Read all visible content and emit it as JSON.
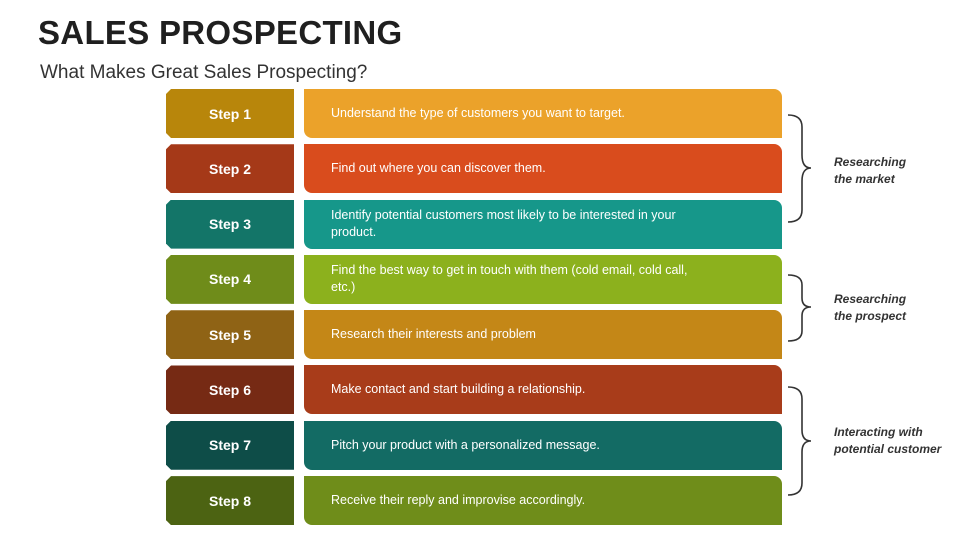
{
  "title": "SALES PROSPECTING",
  "subtitle": "What Makes Great Sales Prospecting?",
  "steps": [
    {
      "label": "Step 1",
      "text": "Understand the type of customers you want to target.",
      "tab_color": "#b8860b",
      "box_color": "#eba22a"
    },
    {
      "label": "Step 2",
      "text": "Find out where you can discover them.",
      "tab_color": "#a53918",
      "box_color": "#d94c1d"
    },
    {
      "label": "Step 3",
      "text": "Identify potential customers most likely to be interested in your product.",
      "tab_color": "#137568",
      "box_color": "#16978a"
    },
    {
      "label": "Step 4",
      "text": "Find the best way to get in touch with them (cold email, cold call, etc.)",
      "tab_color": "#6f8c1a",
      "box_color": "#8cb11d"
    },
    {
      "label": "Step 5",
      "text": "Research their interests and problem",
      "tab_color": "#8f6315",
      "box_color": "#c48717"
    },
    {
      "label": "Step 6",
      "text": "Make contact and start building a relationship.",
      "tab_color": "#762a14",
      "box_color": "#a83c1a"
    },
    {
      "label": "Step 7",
      "text": "Pitch your product with a personalized message.",
      "tab_color": "#0e4d48",
      "box_color": "#136b64"
    },
    {
      "label": "Step 8",
      "text": "Receive their reply and improvise accordingly.",
      "tab_color": "#4c6312",
      "box_color": "#6f8d1a"
    }
  ],
  "groups": [
    {
      "label": "Researching\nthe market"
    },
    {
      "label": "Researching\nthe prospect"
    },
    {
      "label": "Interacting with\npotential customer"
    }
  ]
}
